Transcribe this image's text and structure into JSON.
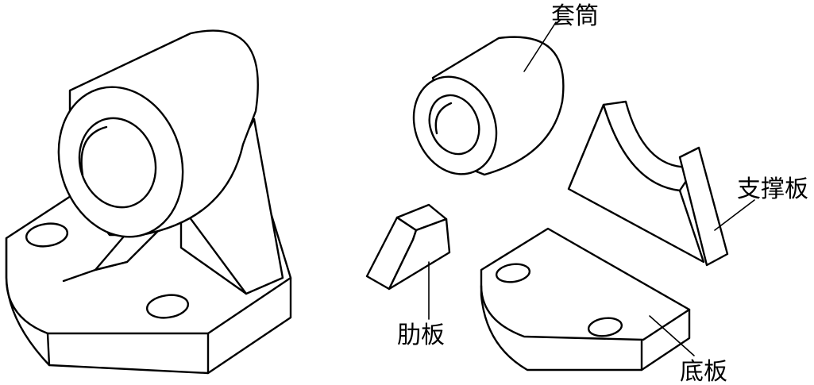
{
  "labels": {
    "sleeve": "套筒",
    "support_plate": "支撑板",
    "rib_plate": "肋板",
    "base_plate": "底板"
  },
  "colors": {
    "line": "#000000",
    "background": "#ffffff"
  }
}
